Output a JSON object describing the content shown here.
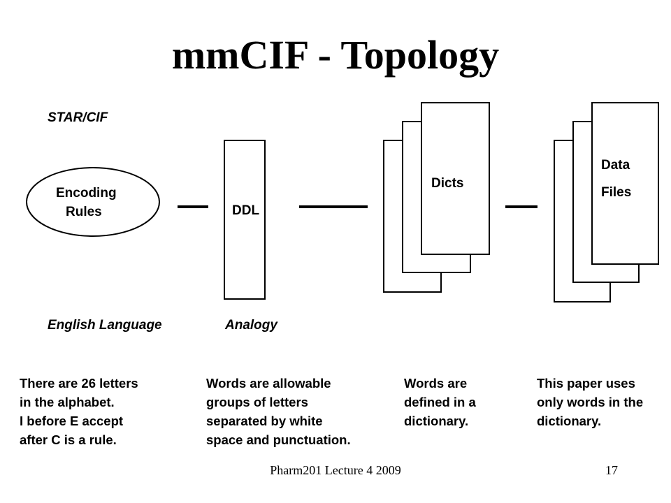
{
  "title": "mmCIF - Topology",
  "diagram": {
    "top_left_label": "STAR/CIF",
    "encoding_label_line1": "Encoding",
    "encoding_label_line2": "Rules",
    "ddl_label": "DDL",
    "dicts_label": "Dicts",
    "data_files_line1": "Data",
    "data_files_line2": "Files",
    "bottom_left_label": "English Language",
    "bottom_analogy_label": "Analogy"
  },
  "captions": [
    {
      "lines": [
        "There are 26 letters",
        "in the alphabet.",
        "I before E accept",
        "after C is a rule."
      ]
    },
    {
      "lines": [
        "Words are allowable",
        "groups of letters",
        "separated by white",
        "space and punctuation."
      ]
    },
    {
      "lines": [
        "Words are",
        "defined in a",
        "dictionary."
      ]
    },
    {
      "lines": [
        "This paper uses",
        "only words in the",
        "dictionary."
      ]
    }
  ],
  "footer": {
    "center_text": "Pharm201 Lecture 4 2009",
    "page_number": "17"
  }
}
